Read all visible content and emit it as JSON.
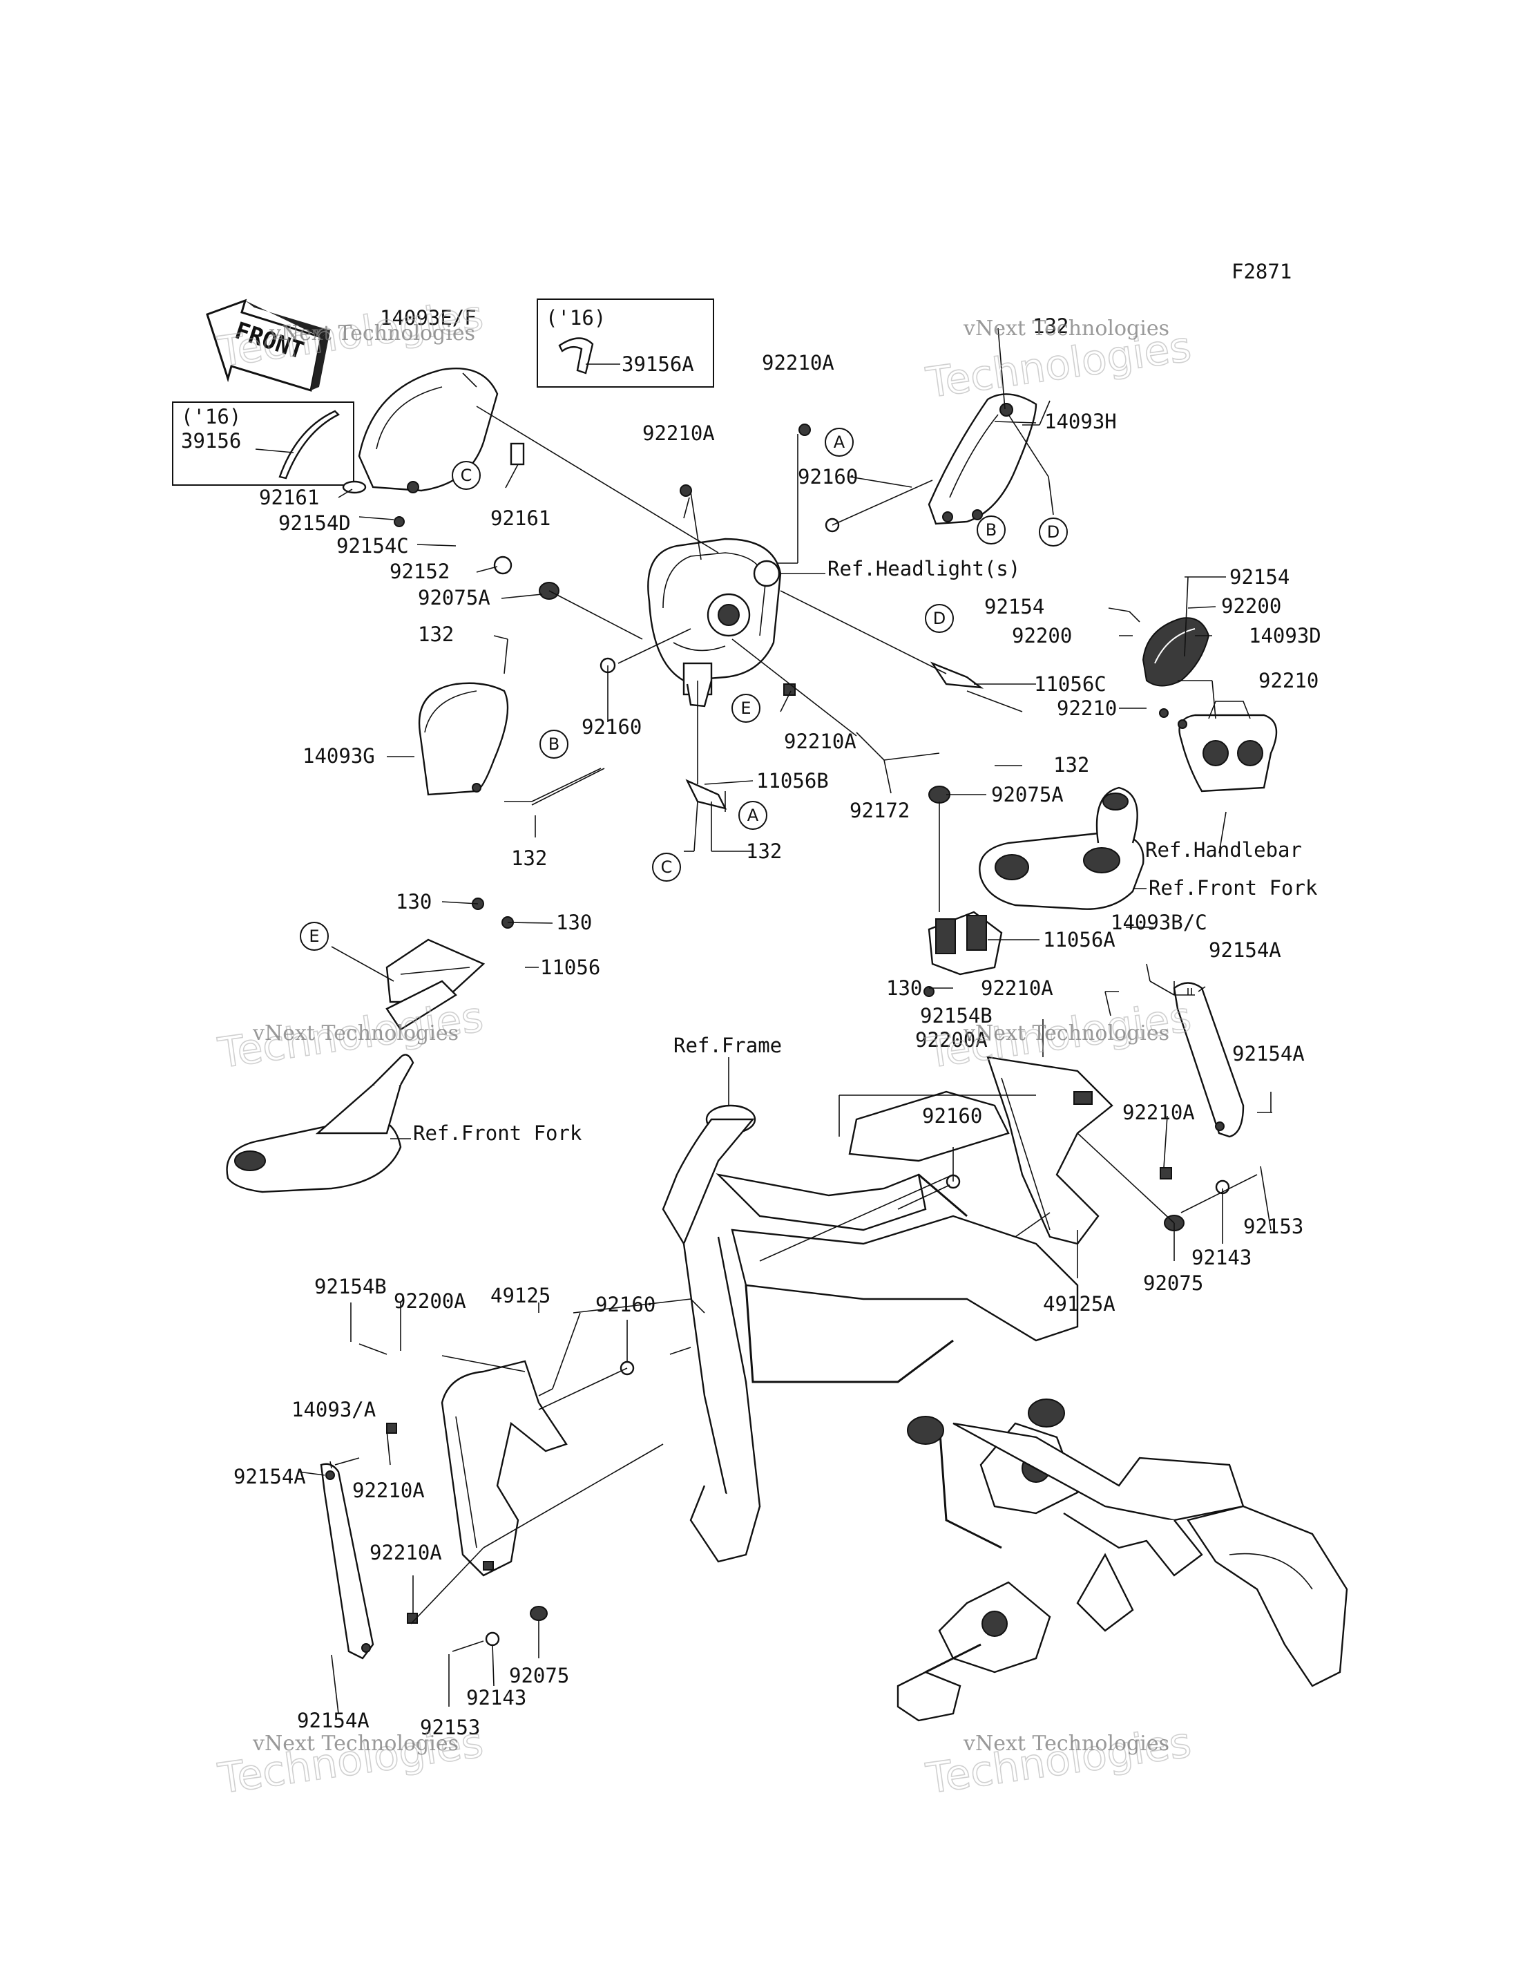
{
  "figure_code": "F2871",
  "front_arrow": {
    "text": "FRONT"
  },
  "variant_boxes": [
    {
      "year": "('16)",
      "part": "39156A"
    },
    {
      "year": "('16)",
      "part": "39156"
    }
  ],
  "callouts": [
    {
      "id": "c1",
      "text": "14093E/F"
    },
    {
      "id": "c2",
      "text": "92161"
    },
    {
      "id": "c3",
      "text": "92154D"
    },
    {
      "id": "c4",
      "text": "92161"
    },
    {
      "id": "c5",
      "text": "92154C"
    },
    {
      "id": "c6",
      "text": "92152"
    },
    {
      "id": "c7",
      "text": "92075A"
    },
    {
      "id": "c8",
      "text": "132"
    },
    {
      "id": "c9",
      "text": "14093G"
    },
    {
      "id": "c10",
      "text": "92160"
    },
    {
      "id": "c11",
      "text": "132"
    },
    {
      "id": "c12",
      "text": "92210A"
    },
    {
      "id": "c13",
      "text": "92210A"
    },
    {
      "id": "c14",
      "text": "92160"
    },
    {
      "id": "c15",
      "text": "92210A"
    },
    {
      "id": "c16",
      "text": "11056B"
    },
    {
      "id": "c17",
      "text": "132"
    },
    {
      "id": "c18",
      "text": "132"
    },
    {
      "id": "c19",
      "text": "14093H"
    },
    {
      "id": "c20",
      "text": "11056C"
    },
    {
      "id": "c21",
      "text": "132"
    },
    {
      "id": "c22",
      "text": "92172"
    },
    {
      "id": "c23",
      "text": "92075A"
    },
    {
      "id": "c24",
      "text": "92154"
    },
    {
      "id": "c25",
      "text": "92154"
    },
    {
      "id": "c26",
      "text": "92200"
    },
    {
      "id": "c27",
      "text": "92200"
    },
    {
      "id": "c28",
      "text": "14093D"
    },
    {
      "id": "c29",
      "text": "92210"
    },
    {
      "id": "c30",
      "text": "92210"
    },
    {
      "id": "c31",
      "text": "11056A"
    },
    {
      "id": "c32",
      "text": "130"
    },
    {
      "id": "c33",
      "text": "14093B/C"
    },
    {
      "id": "c34",
      "text": "92154A"
    },
    {
      "id": "c35",
      "text": "92210A"
    },
    {
      "id": "c36",
      "text": "92154B"
    },
    {
      "id": "c37",
      "text": "92200A"
    },
    {
      "id": "c38",
      "text": "92154A"
    },
    {
      "id": "c39",
      "text": "92160"
    },
    {
      "id": "c40",
      "text": "92210A"
    },
    {
      "id": "c41",
      "text": "92153"
    },
    {
      "id": "c42",
      "text": "92143"
    },
    {
      "id": "c43",
      "text": "92075"
    },
    {
      "id": "c44",
      "text": "49125A"
    },
    {
      "id": "c45",
      "text": "130"
    },
    {
      "id": "c46",
      "text": "130"
    },
    {
      "id": "c47",
      "text": "11056"
    },
    {
      "id": "c48",
      "text": "92154B"
    },
    {
      "id": "c49",
      "text": "92200A"
    },
    {
      "id": "c50",
      "text": "49125"
    },
    {
      "id": "c51",
      "text": "92160"
    },
    {
      "id": "c52",
      "text": "14093/A"
    },
    {
      "id": "c53",
      "text": "92210A"
    },
    {
      "id": "c54",
      "text": "92154A"
    },
    {
      "id": "c55",
      "text": "92210A"
    },
    {
      "id": "c56",
      "text": "92154A"
    },
    {
      "id": "c57",
      "text": "92153"
    },
    {
      "id": "c58",
      "text": "92143"
    },
    {
      "id": "c59",
      "text": "92075"
    }
  ],
  "references": [
    {
      "id": "r1",
      "text": "Ref.Headlight(s)"
    },
    {
      "id": "r2",
      "text": "Ref.Handlebar"
    },
    {
      "id": "r3",
      "text": "Ref.Front Fork"
    },
    {
      "id": "r4",
      "text": "Ref.Frame"
    },
    {
      "id": "r5",
      "text": "Ref.Front Fork"
    }
  ],
  "circle_markers": [
    "A",
    "A",
    "B",
    "B",
    "C",
    "C",
    "D",
    "D",
    "E",
    "E"
  ],
  "watermark": {
    "line1": "vNext Technologies",
    "line2": "Technologies"
  }
}
